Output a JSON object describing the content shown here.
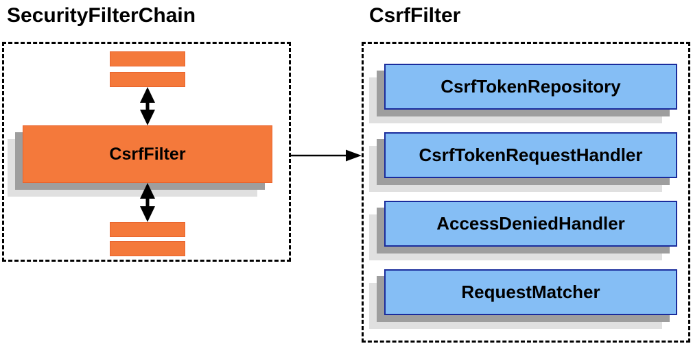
{
  "colors": {
    "orange": "#f4793b",
    "orange-border": "#e8632c",
    "blue": "#85bef5",
    "blue-border": "#1a2c9c",
    "shadow-dark": "#9e9e9e",
    "shadow-light": "#e0e0e0",
    "line": "#000000",
    "text": "#000000",
    "background": "#ffffff"
  },
  "security_filter_chain_panel": {
    "title": "SecurityFilterChain",
    "filter_box": {
      "label": "CsrfFilter"
    }
  },
  "csrf_filter_panel": {
    "title": "CsrfFilter",
    "components": [
      {
        "label": "CsrfTokenRepository"
      },
      {
        "label": "CsrfTokenRequestHandler"
      },
      {
        "label": "AccessDeniedHandler"
      },
      {
        "label": "RequestMatcher"
      }
    ]
  },
  "icons": {
    "bidirectional_arrow": "↕",
    "flow_arrow": "→"
  }
}
